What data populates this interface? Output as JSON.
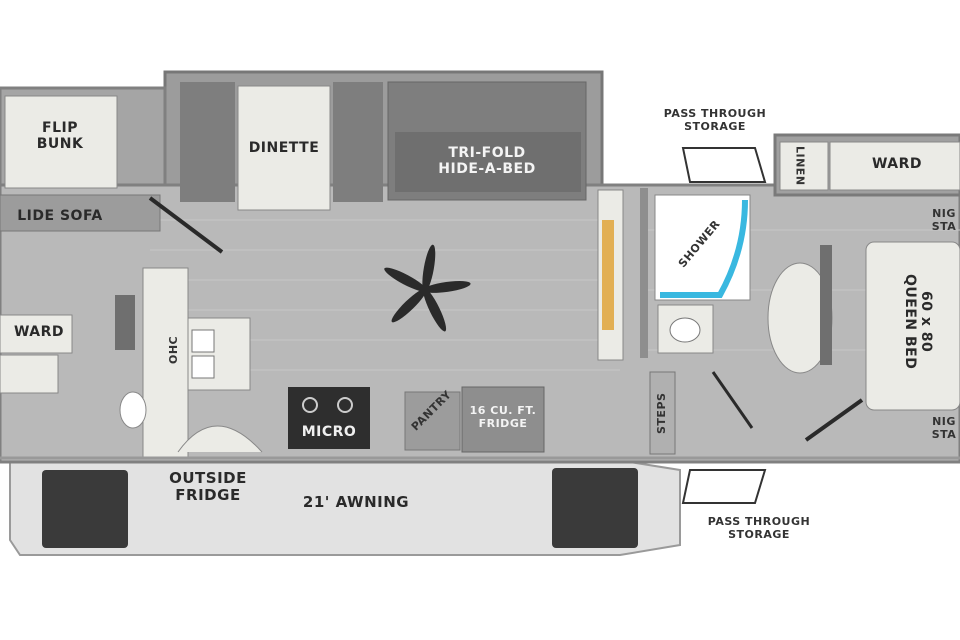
{
  "colors": {
    "floor": "#b9b9b9",
    "wall": "#8e8e8e",
    "dark_wall": "#6f6f6f",
    "furniture_light": "#ebebe6",
    "furniture_dark": "#7e7e7e",
    "shower_accent": "#39b8e0",
    "fireplace_accent": "#e0a030",
    "awning": "#e2e2e2",
    "label": "#2a2a2a"
  },
  "labels": {
    "flip_bunk": "FLIP\nBUNK",
    "slide_sofa": "LIDE SOFA",
    "dinette": "DINETTE",
    "trifold": "TRI-FOLD\nHIDE-A-BED",
    "pass_through_top": "PASS THROUGH\nSTORAGE",
    "linen": "LINEN",
    "ward_right": "WARD",
    "night_stand_top": "NIG\nSTA",
    "shower": "SHOWER",
    "queen_bed": "60 x 80\nQUEEN BED",
    "night_stand_bottom": "NIG\nSTA",
    "ward_left": "WARD",
    "ohc": "OHC",
    "micro": "MICRO",
    "pantry": "PANTRY",
    "fridge": "16 CU. FT.\nFRIDGE",
    "steps": "STEPS",
    "outside_fridge": "OUTSIDE\nFRIDGE",
    "awning": "21' AWNING",
    "pass_through_bottom": "PASS THROUGH\nSTORAGE"
  }
}
